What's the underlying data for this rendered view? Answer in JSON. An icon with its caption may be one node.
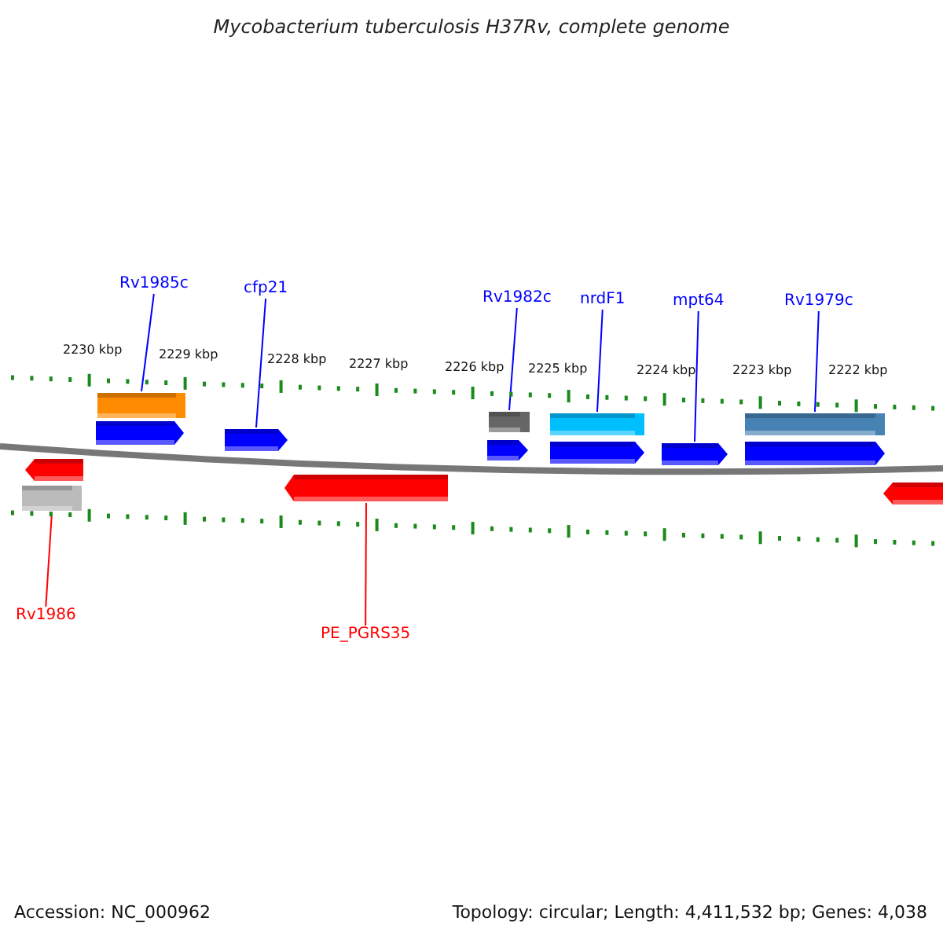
{
  "diagram": {
    "title": "Mycobacterium tuberculosis H37Rv, complete genome",
    "nodes": [
      {
        "text": [
          "Rv1985c"
        ]
      },
      {
        "text": [
          "cfp21"
        ]
      },
      {
        "text": [
          "Rv1982c"
        ]
      },
      {
        "text": [
          "nrdF1"
        ]
      },
      {
        "text": [
          "mpt64"
        ]
      },
      {
        "text": [
          "Rv1979c"
        ]
      },
      {
        "text": [
          "Rv1986"
        ]
      },
      {
        "text": [
          "PE_PGRS35"
        ]
      },
      {
        "text": [],
        "shape": "bar"
      },
      {
        "text": [],
        "shape": "pentagon"
      },
      {
        "text": [],
        "shape": "bar"
      },
      {
        "text": [],
        "shape": "bar"
      },
      {
        "text": [],
        "shape": "pentagon"
      },
      {
        "text": [],
        "shape": "bar"
      },
      {
        "text": [],
        "shape": "bar"
      },
      {
        "text": [],
        "shape": "pentagon"
      }
    ],
    "edges": [
      {
        "from": 0,
        "to": 8,
        "arrow": "none"
      },
      {
        "from": 1,
        "to": 9,
        "arrow": "none"
      },
      {
        "from": 2,
        "to": 10,
        "arrow": "none"
      },
      {
        "from": 3,
        "to": 11,
        "arrow": "none"
      },
      {
        "from": 4,
        "to": 12,
        "arrow": "none"
      },
      {
        "from": 5,
        "to": 13,
        "arrow": "none"
      },
      {
        "from": 6,
        "to": 14,
        "arrow": "none",
        "color": "#ff0000"
      },
      {
        "from": 7,
        "to": 15,
        "arrow": "none",
        "color": "#ff0000"
      }
    ],
    "labels": [
      "2230 kbp",
      "2229 kbp",
      "2228 kbp",
      "2227 kbp",
      "2226 kbp",
      "2225 kbp",
      "2224 kbp",
      "2223 kbp",
      "2222 kbp",
      "Accession: NC_000962",
      "Topology: circular; Length: 4,411,532 bp; Genes: 4,038"
    ]
  }
}
